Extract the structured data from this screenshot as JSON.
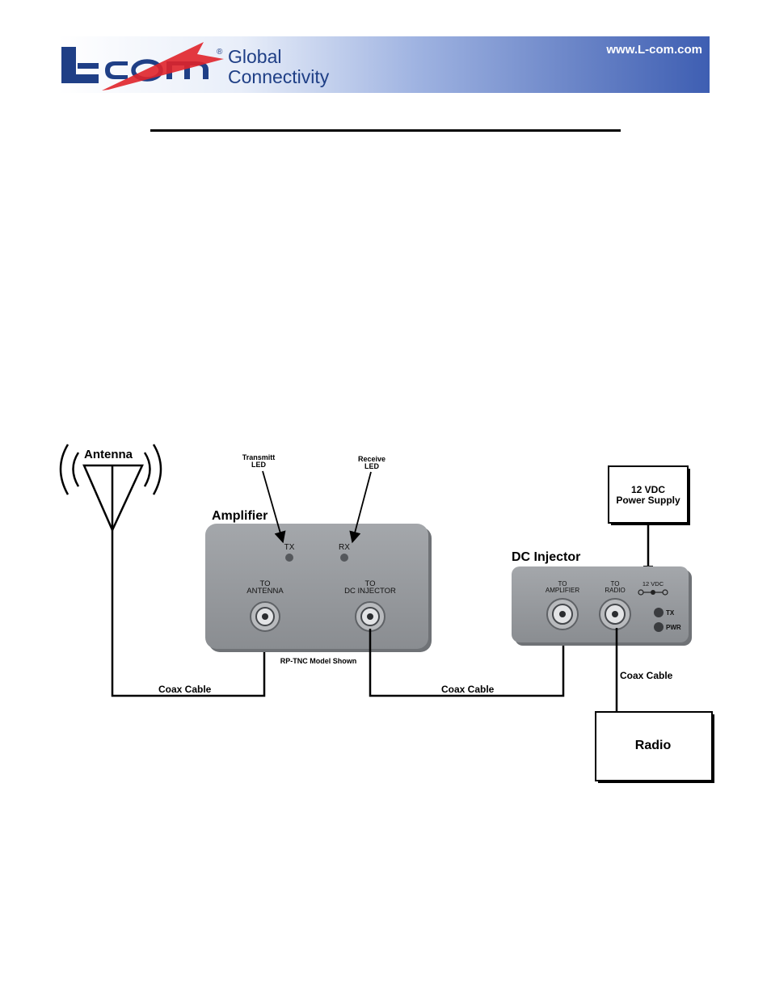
{
  "header": {
    "brand_logo": "L-com",
    "registered_mark": "®",
    "tagline_line1": "Global",
    "tagline_line2": "Connectivity",
    "website": "www.L-com.com",
    "colors": {
      "navy": "#1f3f86",
      "red": "#e0232a",
      "banner_blue": "#3e5eb2"
    }
  },
  "diagram": {
    "antenna_label": "Antenna",
    "transmit_led_line1": "Transmitt",
    "transmit_led_line2": "LED",
    "receive_led_line1": "Receive",
    "receive_led_line2": "LED",
    "amplifier": {
      "title": "Amplifier",
      "tx": "TX",
      "rx": "RX",
      "port1_line1": "TO",
      "port1_line2": "ANTENNA",
      "port2_line1": "TO",
      "port2_line2": "DC INJECTOR",
      "caption": "RP-TNC Model Shown"
    },
    "power_supply_line1": "12 VDC",
    "power_supply_line2": "Power Supply",
    "dc_injector": {
      "title": "DC Injector",
      "port1_line1": "TO",
      "port1_line2": "AMPLIFIER",
      "port2_line1": "TO",
      "port2_line2": "RADIO",
      "power_label": "12 VDC",
      "tx": "TX",
      "pwr": "PWR"
    },
    "cable_label_1": "Coax Cable",
    "cable_label_2": "Coax Cable",
    "cable_label_3": "Coax Cable",
    "radio_label": "Radio"
  }
}
